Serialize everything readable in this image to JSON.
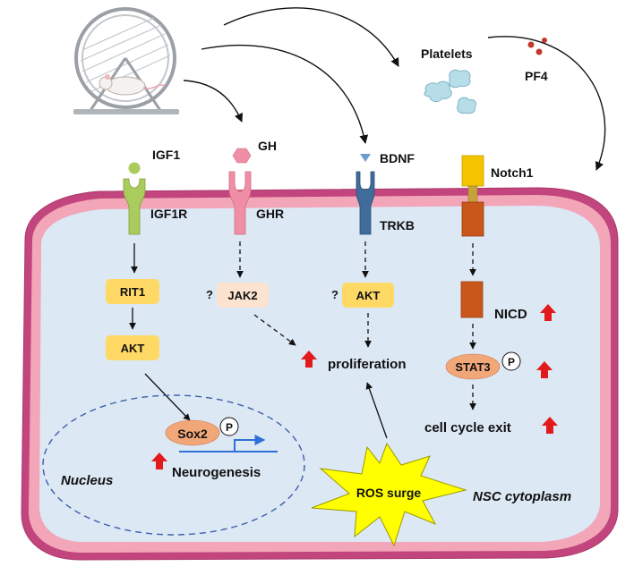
{
  "labels": {
    "platelets": "Platelets",
    "pf4": "PF4",
    "igf1": "IGF1",
    "gh": "GH",
    "bdnf": "BDNF",
    "notch1": "Notch1",
    "igf1r": "IGF1R",
    "ghr": "GHR",
    "trkb": "TRKB",
    "rit1": "RIT1",
    "akt_left": "AKT",
    "jak2": "JAK2",
    "akt_mid": "AKT",
    "question_jak2": "?",
    "question_akt": "?",
    "nicd": "NICD",
    "proliferation": "proliferation",
    "stat3": "STAT3",
    "phospho_stat3": "P",
    "cell_cycle_exit": "cell cycle exit",
    "sox2": "Sox2",
    "phospho_sox2": "P",
    "neurogenesis": "Neurogenesis",
    "nucleus": "Nucleus",
    "ros_surge": "ROS surge",
    "nsc_cytoplasm": "NSC cytoplasm"
  },
  "colors": {
    "membrane_outer": "#c2457e",
    "membrane_inner": "#f2a6b8",
    "cytoplasm": "#dde8f5",
    "igf1r": "#a9cc5c",
    "ghr": "#ef8ea5",
    "trkb": "#3f6c9b",
    "notch1_top": "#f5c400",
    "notch1_bottom": "#c9561b",
    "yellow_box": "#ffd966",
    "jak2_box": "#fbe3d0",
    "oval": "#f2a779",
    "up_arrow": "#e31a1c",
    "ros_star": "#ffff00",
    "platelet": "#b7dde8"
  }
}
